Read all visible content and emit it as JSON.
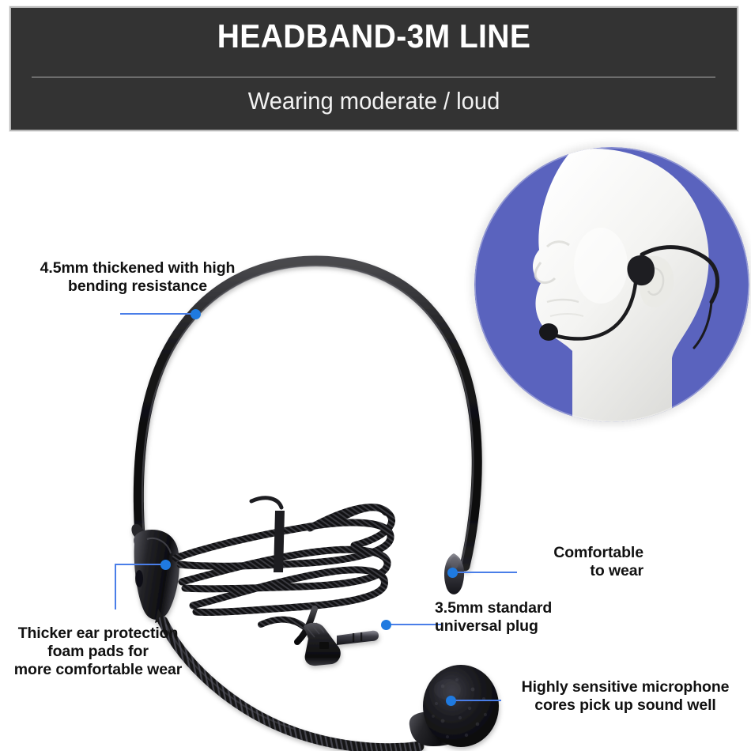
{
  "header": {
    "title": "HEADBAND-3M LINE",
    "subtitle": "Wearing moderate / loud",
    "background_color": "#333333",
    "text_color": "#ffffff",
    "divider_color": "#b0b0b0"
  },
  "inset": {
    "name": "wearing-demonstration",
    "shape": "circle",
    "background_color": "#5a63be",
    "subject": "white mannequin head wearing black headband microphone in profile"
  },
  "accent": {
    "dot_color": "#1f7ae0",
    "line_color": "#4a7ee8"
  },
  "product": {
    "name": "black headband microphone headset with 3m braided cable",
    "body_color": "#1a1a1a"
  },
  "callouts": [
    {
      "id": "band",
      "text": "4.5mm thickened with high\nbending resistance",
      "target": "headband arch left shoulder"
    },
    {
      "id": "foam",
      "text": "Thicker ear protection\nfoam pads for\nmore comfortable wear",
      "target": "left earpiece module"
    },
    {
      "id": "comfort",
      "text": "Comfortable\nto wear",
      "target": "right earpiece tip"
    },
    {
      "id": "plug",
      "text": "3.5mm standard\nuniversal plug",
      "target": "right-angle 3.5mm audio plug"
    },
    {
      "id": "mic",
      "text": "Highly sensitive microphone\ncores pick up sound well",
      "target": "foam microphone windscreen"
    }
  ]
}
